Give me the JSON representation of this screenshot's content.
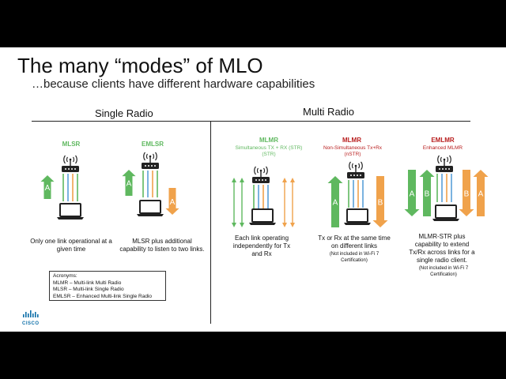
{
  "colors": {
    "green": "#5fb85f",
    "orange": "#f0a24b",
    "blue": "#5aa0d8",
    "red": "#b81d1d",
    "dark": "#222222"
  },
  "slide": {
    "title": "The many “modes” of MLO",
    "subtitle": "…because clients have different hardware capabilities"
  },
  "sections": {
    "single": "Single Radio",
    "multi": "Multi Radio"
  },
  "modes": {
    "mlsr": {
      "title": "MLSR",
      "desc": "Only one link operational at a given time"
    },
    "emlsr": {
      "title": "EMLSR",
      "desc": "MLSR plus additional capability to listen to two links."
    },
    "mlmr_str": {
      "title": "MLMR",
      "subtitle": "Simultaneous TX + RX (STR)",
      "desc": "Each link operating independently for Tx and Rx"
    },
    "mlmr_nstr": {
      "title": "MLMR",
      "subtitle": "Non-Simultaneous Tx+Rx (nSTR)",
      "desc": "Tx or Rx at the same time on different links",
      "note": "(Not included in Wi-Fi 7 Certification)"
    },
    "emlmr": {
      "title": "EMLMR",
      "subtitle": "Enhanced MLMR",
      "desc": "MLMR-STR plus capability to extend Tx/Rx across links for a single radio client.",
      "note": "(Not included in Wi-Fi 7 Certification)"
    }
  },
  "arrow_labels": {
    "a": "A",
    "b": "B"
  },
  "acronyms": {
    "heading": "Acronyms:",
    "items": [
      "MLMR – Multi-link Multi Radio",
      "MLSR – Multi-link Single Radio",
      "EMLSR – Enhanced Multi-link Single Radio"
    ]
  },
  "logo": {
    "text": "CISCO"
  }
}
